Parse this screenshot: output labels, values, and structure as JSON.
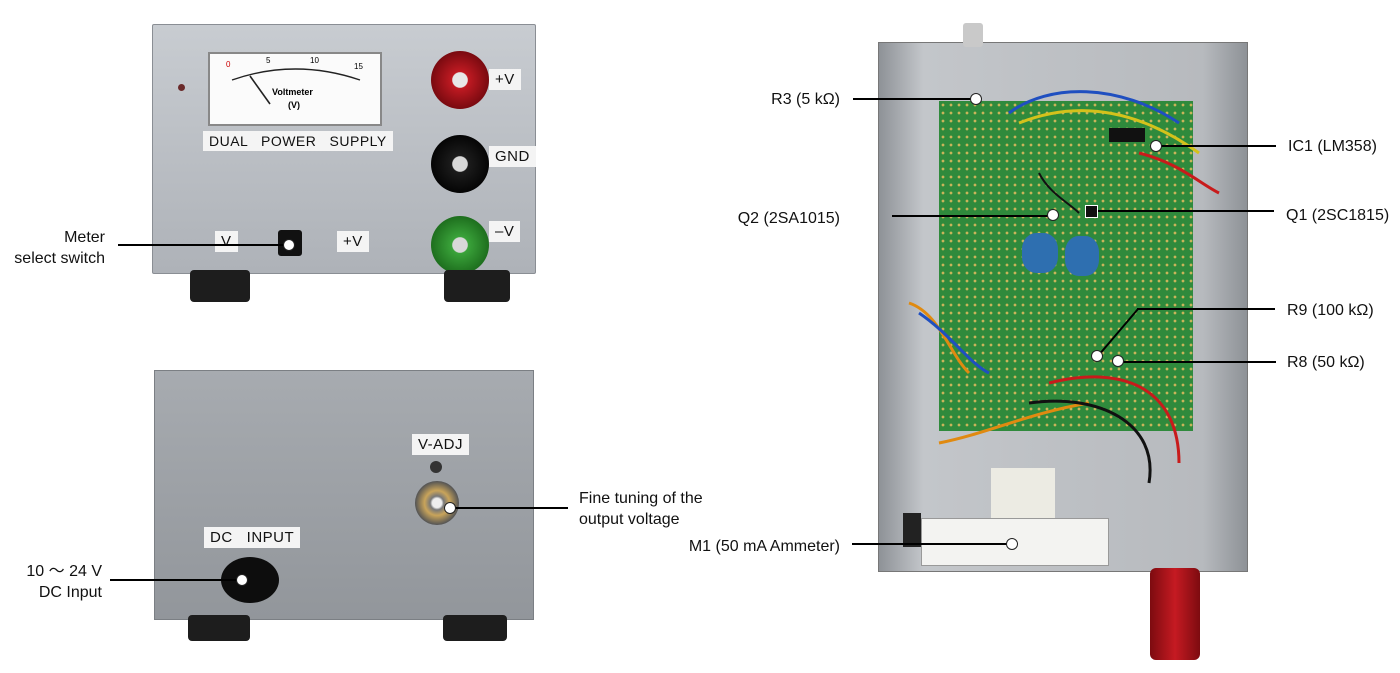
{
  "front_panel": {
    "meter": {
      "scale_ticks": [
        "0",
        "5",
        "10",
        "15"
      ],
      "title": "Voltmeter",
      "unit": "(V)"
    },
    "title_plate": "DUAL   POWER   SUPPLY",
    "terminals": [
      "+V",
      "GND",
      "–V"
    ],
    "switch_left_label": "V",
    "switch_right_label": "+V"
  },
  "rear_panel": {
    "dc_input_label": "DC   INPUT",
    "vadj_label": "V-ADJ"
  },
  "callouts": {
    "meter_switch": [
      "Meter",
      "select switch"
    ],
    "dc_input": [
      "10 〜 24 V",
      "DC Input"
    ],
    "fine_tuning": [
      "Fine tuning of the",
      "output voltage"
    ],
    "r3": "R3 (5 kΩ)",
    "ic1": "IC1 (LM358)",
    "q2": "Q2 (2SA1015)",
    "q1": "Q1 (2SC1815)",
    "r9": "R9 (100 kΩ)",
    "r8": "R8 (50 kΩ)",
    "m1": "M1 (50 mA Ammeter)"
  },
  "colors": {
    "panel_silver": "#b8bcc2",
    "rear_grey": "#9da1a6",
    "pcb_green": "#2f8a3c",
    "terminal_red": "#b0121a",
    "terminal_black": "#151515",
    "terminal_green": "#3aa33a"
  }
}
